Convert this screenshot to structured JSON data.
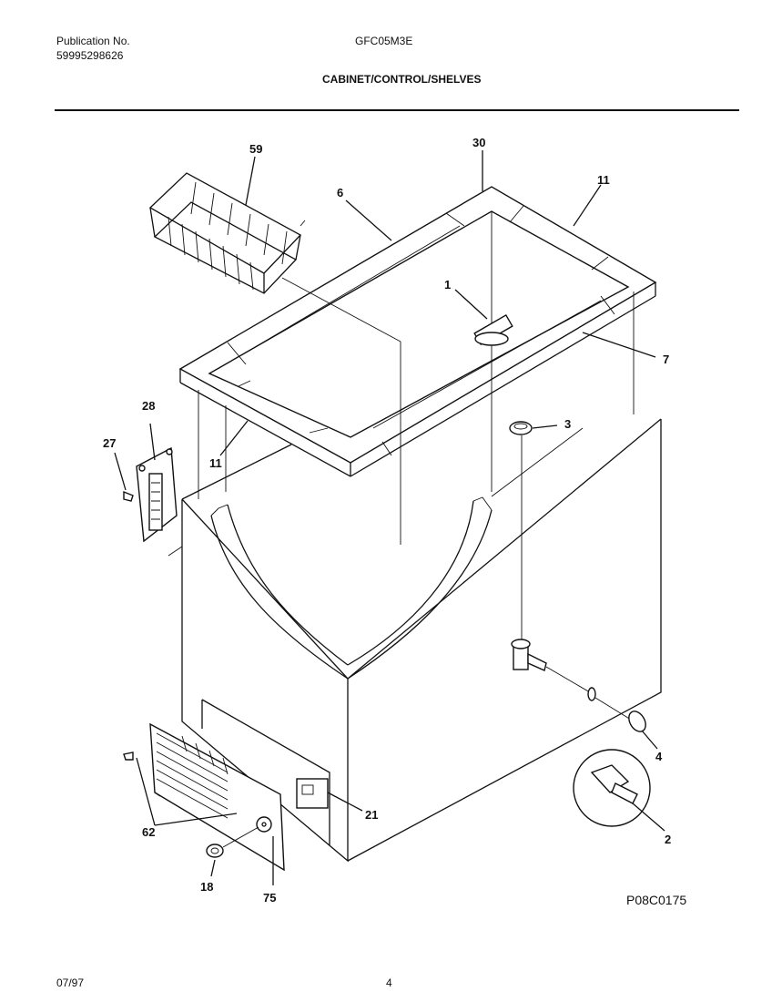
{
  "header": {
    "publication_label": "Publication No.",
    "publication_number": "59995298626",
    "model": "GFC05M3E",
    "section_title": "CABINET/CONTROL/SHELVES"
  },
  "diagram": {
    "drawing_code": "P08C0175",
    "callouts": {
      "c59": "59",
      "c30": "30",
      "c6": "6",
      "c11a": "11",
      "c1": "1",
      "c7": "7",
      "c28": "28",
      "c3": "3",
      "c27": "27",
      "c11b": "11",
      "c4": "4",
      "c2": "2",
      "c21": "21",
      "c62": "62",
      "c18": "18",
      "c75": "75"
    }
  },
  "footer": {
    "date": "07/97",
    "page": "4"
  }
}
